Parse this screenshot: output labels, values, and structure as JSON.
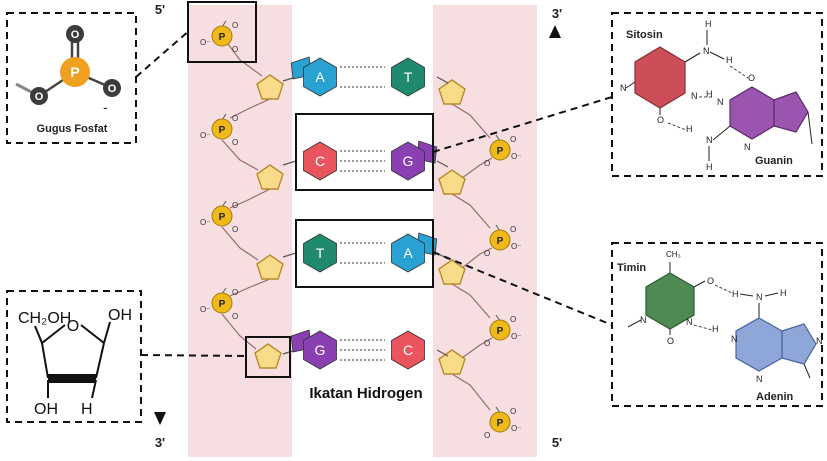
{
  "strand_left": {
    "top": "5'",
    "bottom": "3'"
  },
  "strand_right": {
    "top": "3'",
    "bottom": "5'"
  },
  "phosphate_letter": "P",
  "oxygen_minus": "O⁻",
  "oxygen": "O",
  "bond_label": "Ikatan Hidrogen",
  "pairs": [
    {
      "left": "A",
      "right": "T",
      "left_color": "#2aa1d3",
      "right_color": "#1f8a6e"
    },
    {
      "left": "C",
      "right": "G",
      "left_color": "#e9545d",
      "right_color": "#8a3fb3"
    },
    {
      "left": "T",
      "right": "A",
      "left_color": "#1f8a6e",
      "right_color": "#2aa1d3"
    },
    {
      "left": "G",
      "right": "C",
      "left_color": "#8a3fb3",
      "right_color": "#e9545d"
    }
  ],
  "panel_phosphate": {
    "title": "Gugus Fosfat",
    "center": "P",
    "atom": "O",
    "charge": "-"
  },
  "panel_sugar": {
    "ch2oh": "CH₂OH",
    "o": "O",
    "oh_right": "OH",
    "oh_bottom": "OH",
    "h": "H"
  },
  "panel_cg": {
    "left_name": "Sitosin",
    "right_name": "Guanin",
    "n": "N",
    "h": "H",
    "o": "O"
  },
  "panel_ta": {
    "left_name": "Timin",
    "right_name": "Adenin",
    "methyl": "CH₃",
    "n": "N",
    "h": "H",
    "o": "O"
  },
  "colors": {
    "strand_bg": "#f7dfe1",
    "phosphate": "#f0b91a",
    "sugar": "#f8dc8a",
    "sugar_stroke": "#b98a2e",
    "adenine": "#2aa1d3",
    "thymine": "#1f8a6e",
    "cytosine": "#e9545d",
    "guanine": "#8a3fb3",
    "cytosine_mol": "#d0545e",
    "guanine_mol": "#9c56b0",
    "thymine_mol": "#4f8a52",
    "adenine_mol": "#8fa6d8"
  }
}
